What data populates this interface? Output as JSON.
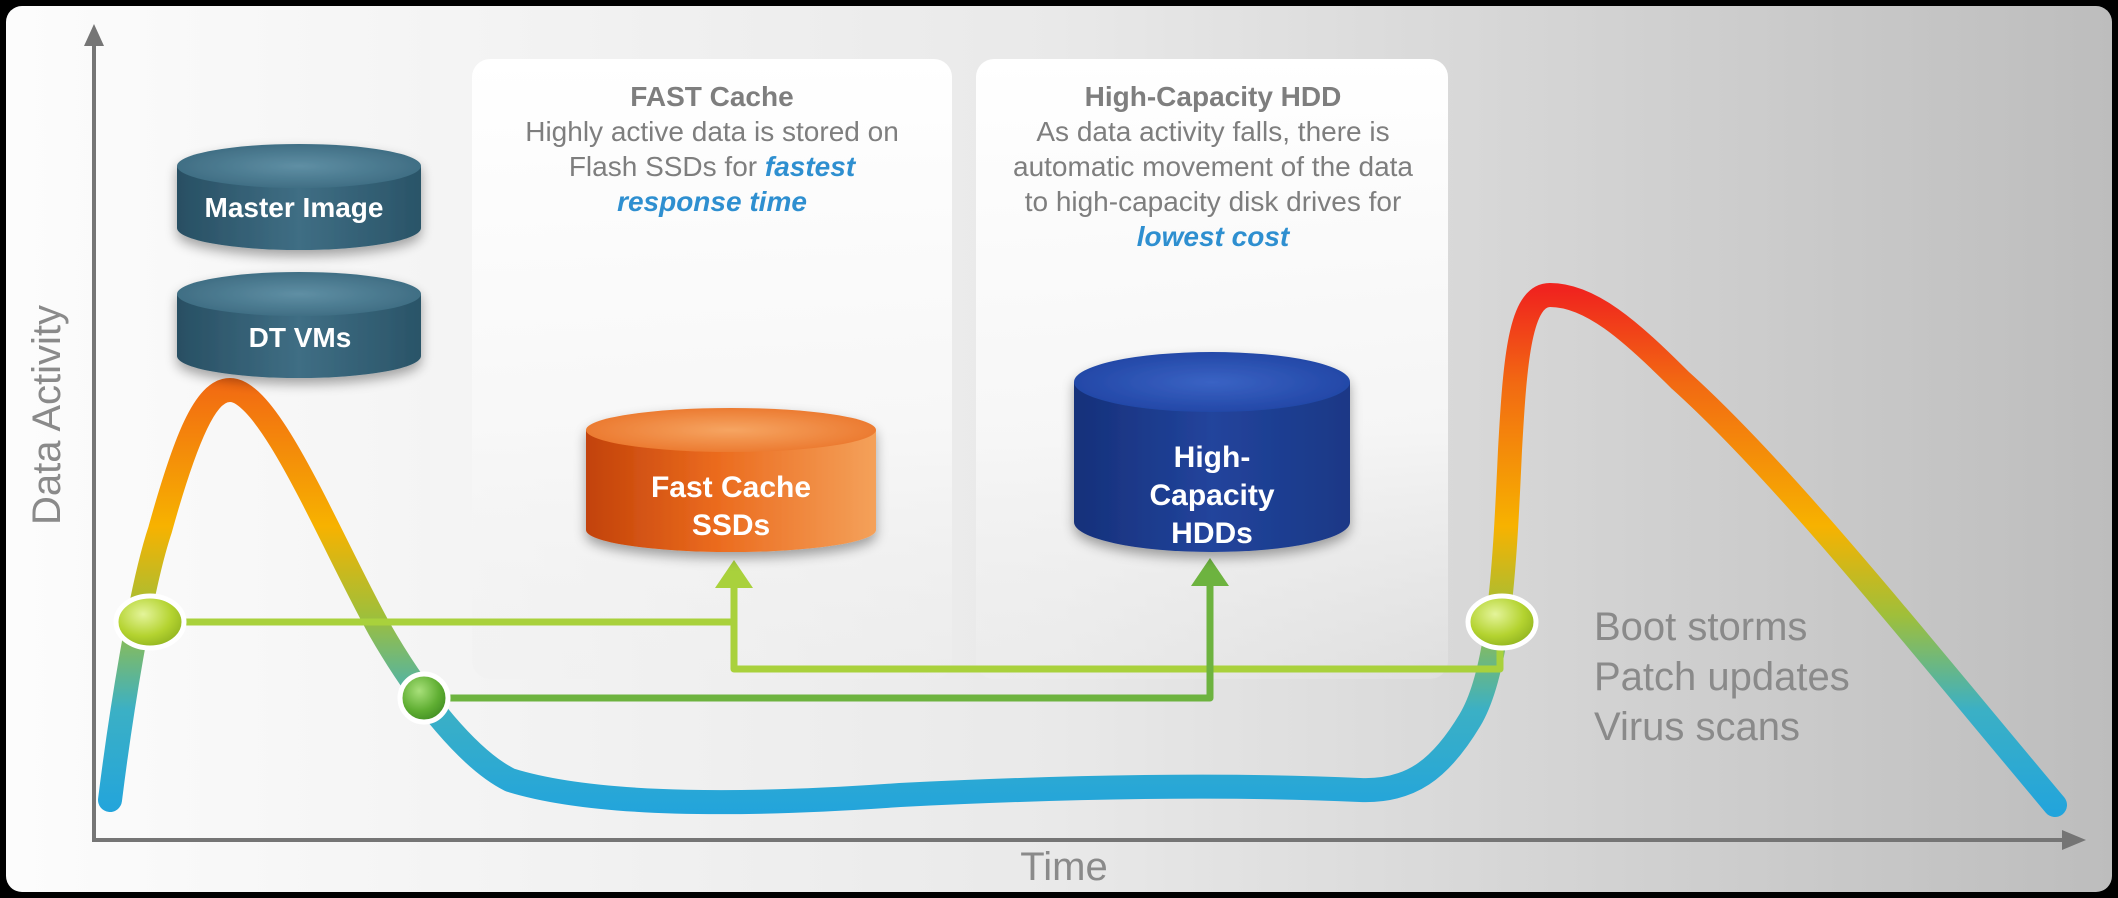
{
  "axes": {
    "y_label": "Data Activity",
    "x_label": "Time"
  },
  "tiers": {
    "fast_cache": {
      "title": "FAST Cache",
      "desc_lines": [
        "Highly active data is stored on",
        "Flash SSDs for "
      ],
      "emph_inline": "fastest",
      "emph_line": "response time",
      "drive_lines": [
        "Fast Cache",
        "SSDs"
      ]
    },
    "hdd": {
      "title": "High-Capacity HDD",
      "desc_lines": [
        "As data activity falls, there is",
        "automatic movement of the data",
        "to high-capacity disk drives for"
      ],
      "emph_line": "lowest cost",
      "drive_lines": [
        "High-",
        "Capacity",
        "HDDs"
      ]
    }
  },
  "sources": {
    "master_image": "Master Image",
    "dt_vms": "DT VMs"
  },
  "events": [
    "Boot storms",
    "Patch updates",
    "Virus scans"
  ],
  "colors": {
    "emphasis": "#2E8FD0",
    "label_gray": "#8A8A8A",
    "connector_light": "#A9D13C",
    "connector_dark": "#6DB33F",
    "ssd_orange": "#E8651A",
    "hdd_blue": "#1E3F9A",
    "source_teal": "#3D6A80"
  }
}
